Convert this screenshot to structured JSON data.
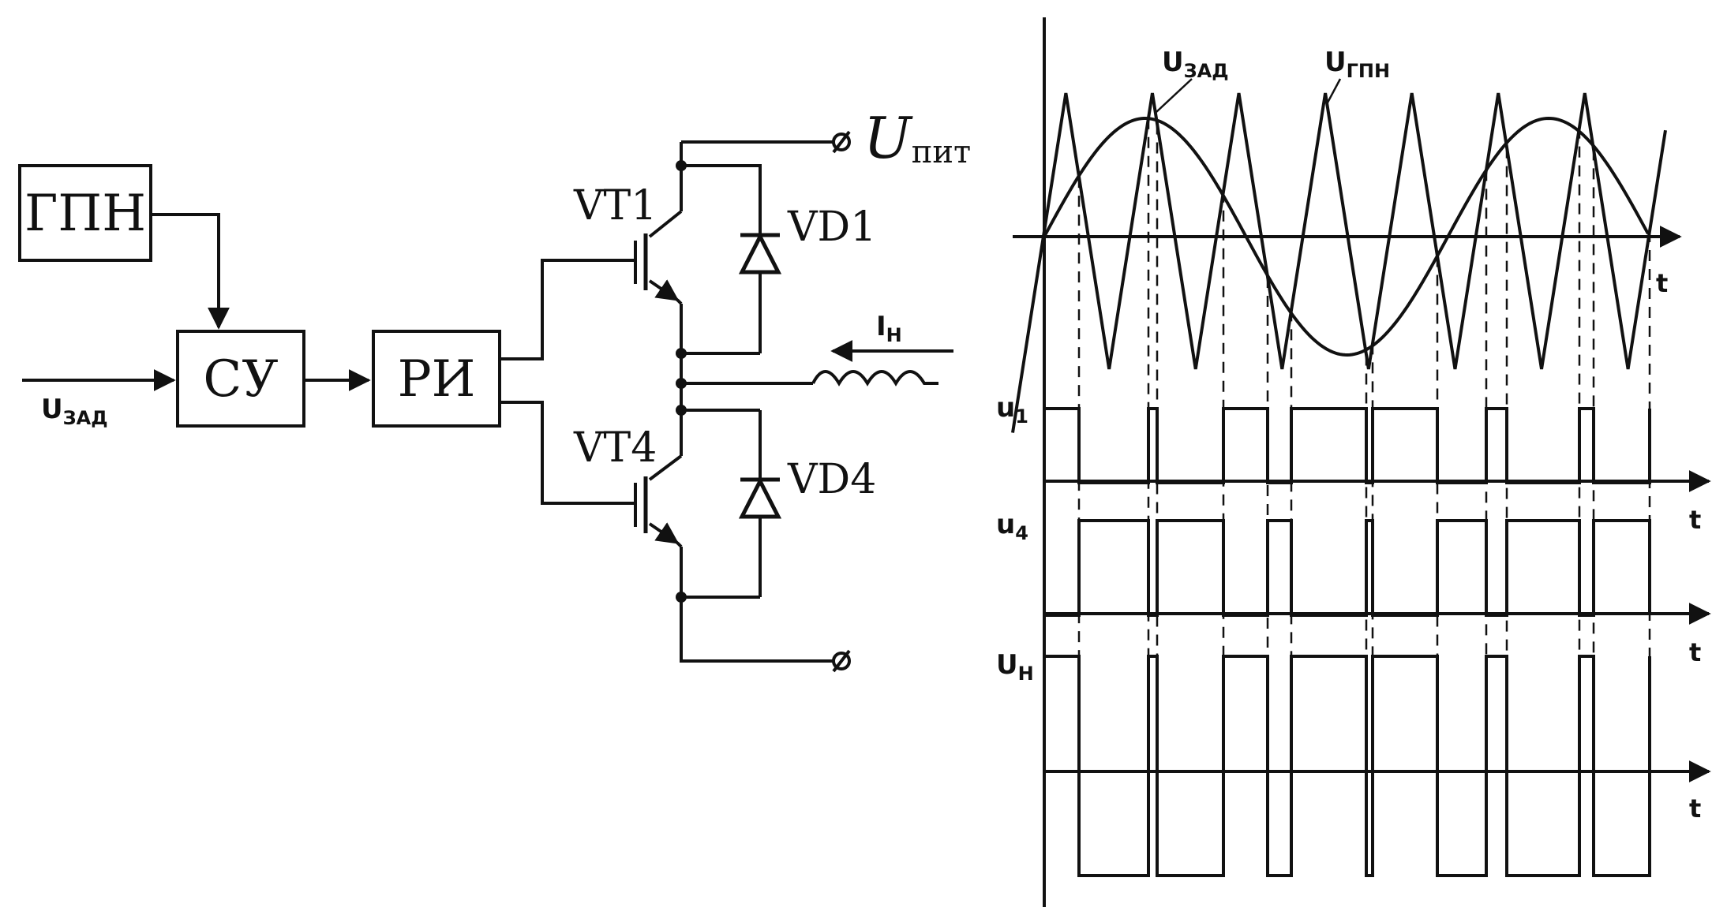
{
  "block_diagram": {
    "blocks": {
      "gpn": "ГПН",
      "su": "СУ",
      "ri": "РИ"
    },
    "input_signal": {
      "main": "U",
      "sub": "ЗАД"
    }
  },
  "power_stage": {
    "supply": {
      "main": "U",
      "sub": "пит"
    },
    "transistor_top": "VT1",
    "transistor_bottom": "VT4",
    "diode_top": "VD1",
    "diode_bottom": "VD4",
    "load_current": {
      "main": "I",
      "sub": "Н"
    }
  },
  "timing_diagram": {
    "reference_signal": {
      "main": "U",
      "sub": "ЗАД"
    },
    "carrier_signal": {
      "main": "U",
      "sub": "ГПН"
    },
    "traces": [
      {
        "main": "u",
        "sub": "1"
      },
      {
        "main": "u",
        "sub": "4"
      },
      {
        "main": "U",
        "sub": "Н"
      }
    ],
    "time_axis_label": "t",
    "carrier_periods": 7,
    "reference_periods": 1.5
  }
}
